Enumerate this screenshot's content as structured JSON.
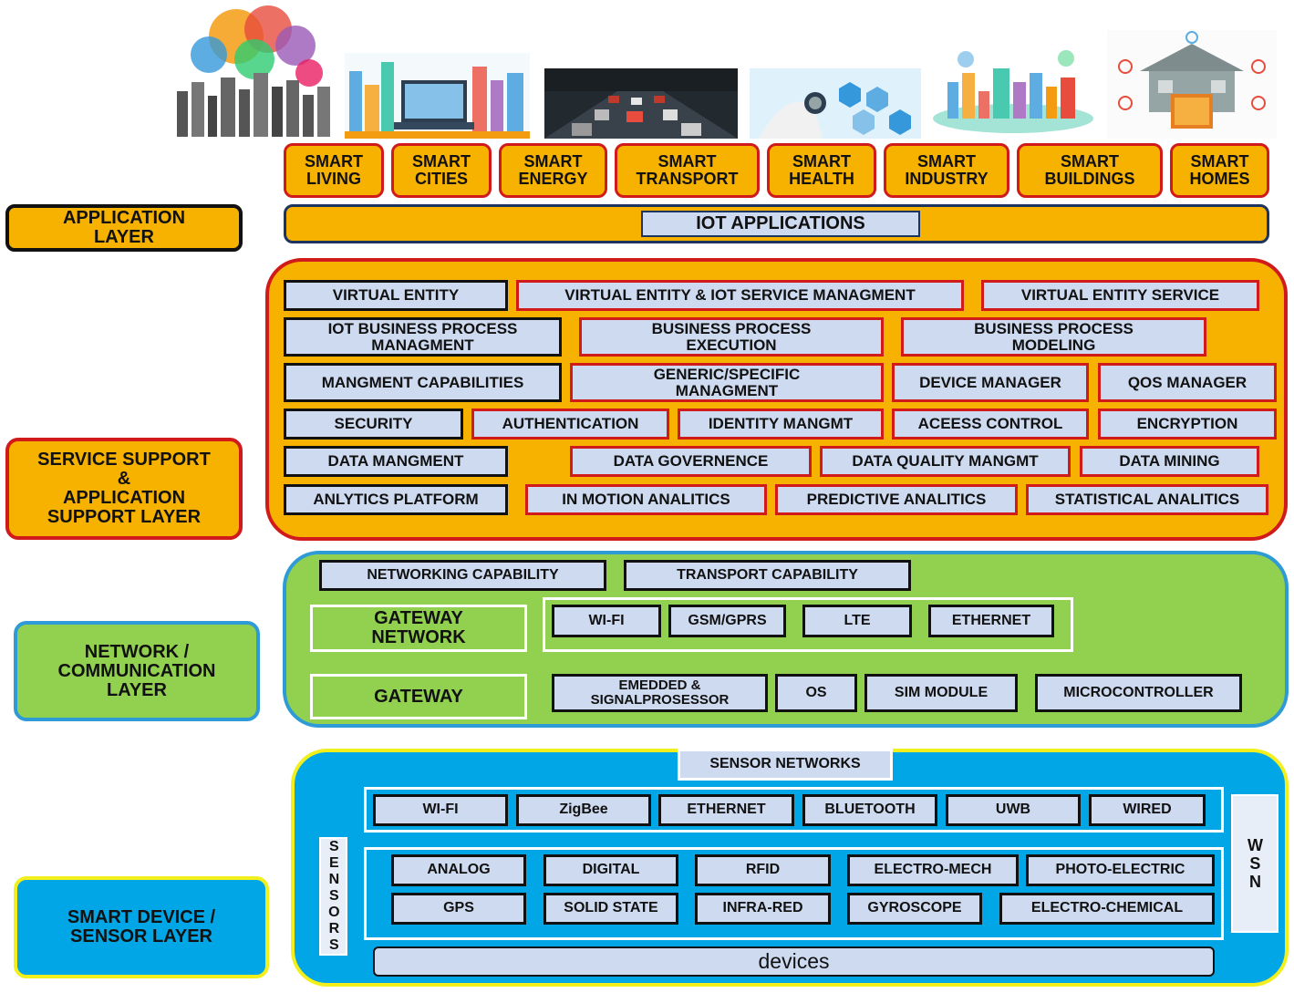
{
  "application": {
    "smart_items": [
      "SMART\nLIVING",
      "SMART\nCITIES",
      "SMART\nENERGY",
      "SMART\nTRANSPORT",
      "SMART\nHEALTH",
      "SMART\nINDUSTRY",
      "SMART\nBUILDINGS",
      "SMART\nHOMES"
    ],
    "iot_label": "IOT APPLICATIONS",
    "layer_label": "APPLICATION\nLAYER"
  },
  "service": {
    "layer_label": "SERVICE SUPPORT\n&\nAPPLICATION\nSUPPORT  LAYER",
    "row1": [
      "VIRTUAL ENTITY",
      "VIRTUAL ENTITY & IOT SERVICE MANAGMENT",
      "VIRTUAL ENTITY SERVICE"
    ],
    "row2": [
      "IOT BUSINESS PROCESS\nMANAGMENT",
      "BUSINESS   PROCESS\nEXECUTION",
      "BUSINESS   PROCESS\nMODELING"
    ],
    "row3": [
      "MANGMENT CAPABILITIES",
      "GENERIC/SPECIFIC\nMANAGMENT",
      "DEVICE MANAGER",
      "QOS MANAGER"
    ],
    "row4": [
      "SECURITY",
      "AUTHENTICATION",
      "IDENTITY MANGMT",
      "ACEESS CONTROL",
      "ENCRYPTION"
    ],
    "row5": [
      "DATA MANGMENT",
      "DATA GOVERNENCE",
      "DATA QUALITY MANGMT",
      "DATA MINING"
    ],
    "row6": [
      "ANLYTICS PLATFORM",
      "IN MOTION ANALITICS",
      "PREDICTIVE  ANALITICS",
      "STATISTICAL ANALITICS"
    ]
  },
  "network": {
    "layer_label": "NETWORK /\nCOMMUNICATION\nLAYER",
    "capabilities": [
      "NETWORKING CAPABILITY",
      "TRANSPORT CAPABILITY"
    ],
    "gateway_network_label": "GATEWAY\nNETWORK",
    "gateway_network_items": [
      "WI-FI",
      "GSM/GPRS",
      "LTE",
      "ETHERNET"
    ],
    "gateway_label": "GATEWAY",
    "gateway_items": [
      "EMEDDED  &\nSIGNALPROSESSOR",
      "OS",
      "SIM MODULE",
      "MICROCONTROLLER"
    ]
  },
  "sensor": {
    "layer_label": "SMART  DEVICE /\nSENSOR LAYER",
    "sensor_networks_label": "SENSOR NETWORKS",
    "networks": [
      "WI-FI",
      "ZigBee",
      "ETHERNET",
      "BLUETOOTH",
      "UWB",
      "WIRED"
    ],
    "sensors_label": "SENSORS",
    "wsn_label": "WSN",
    "sensors_row1": [
      "ANALOG",
      "DIGITAL",
      "RFID",
      "ELECTRO-MECH",
      "PHOTO-ELECTRIC"
    ],
    "sensors_row2": [
      "GPS",
      "SOLID STATE",
      "INFRA-RED",
      "GYROSCOPE",
      "ELECTRO-CHEMICAL"
    ],
    "devices_label": "devices"
  },
  "colors": {
    "app_orange": "#f7b200",
    "service_red": "#d11a1a",
    "network_green": "#92d050",
    "network_border": "#2e9bd6",
    "sensor_blue": "#00a6e6",
    "sensor_border": "#f2ef1c",
    "box_fill": "#cddaf0"
  },
  "images": [
    "iot-cloud-city-icon",
    "smart-city-laptop-icon",
    "traffic-photo",
    "health-stethoscope-icon",
    "industry-city-icon",
    "smart-home-tablet-icon"
  ]
}
